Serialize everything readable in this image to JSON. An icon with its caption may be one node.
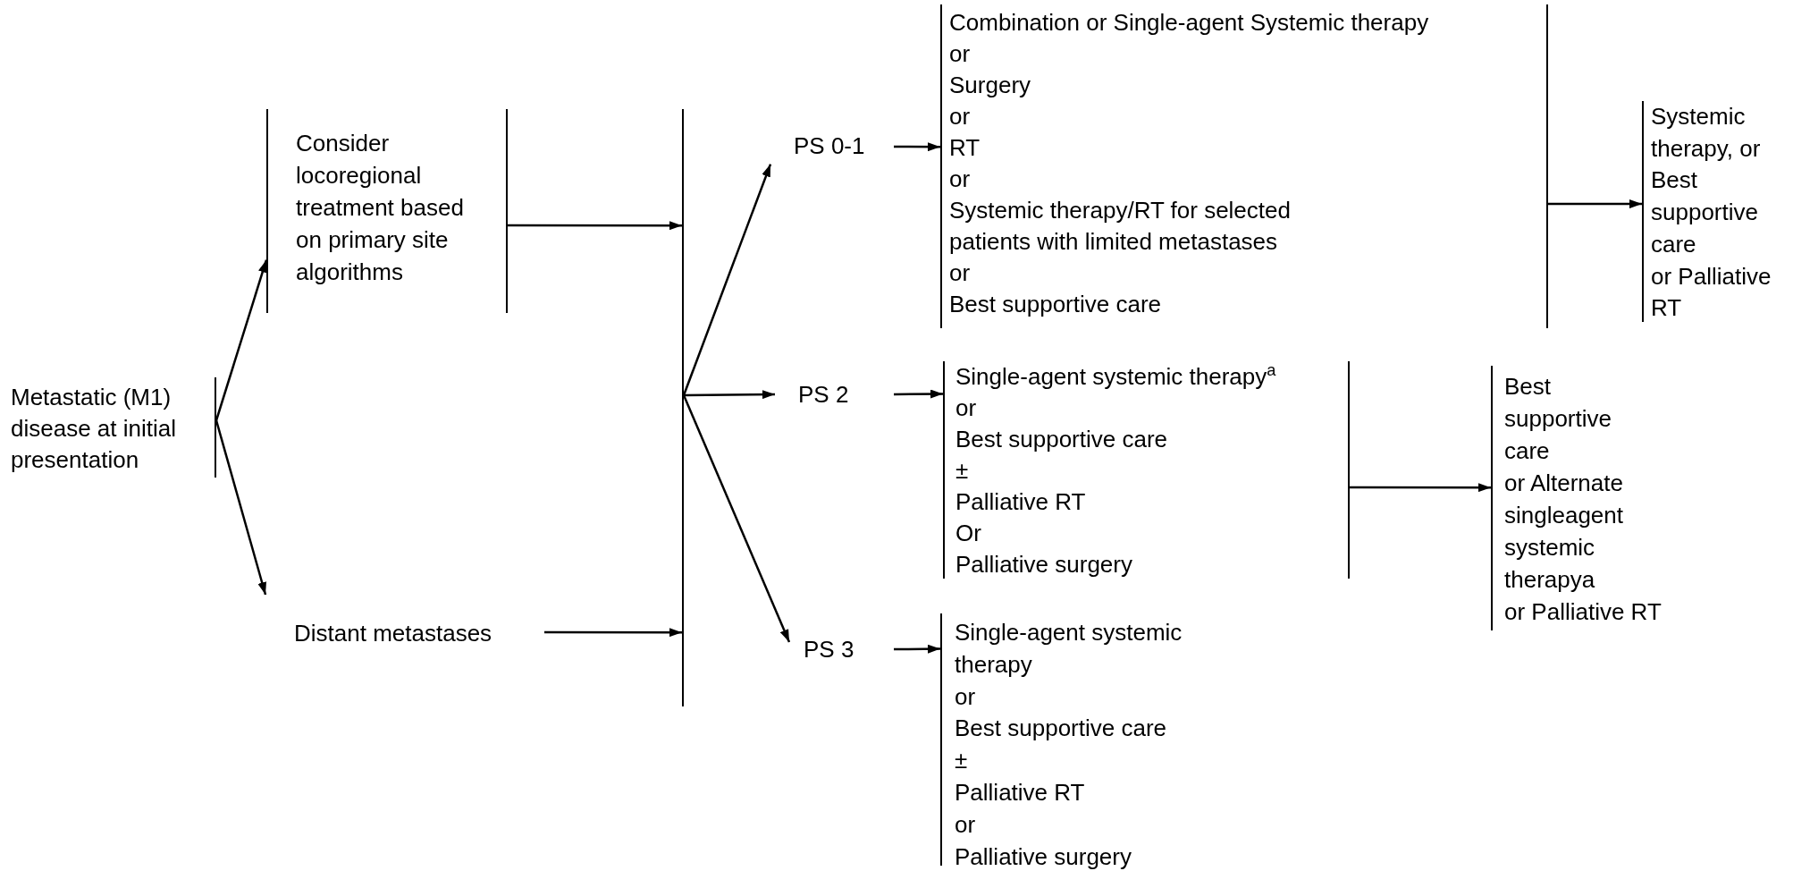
{
  "diagram": {
    "nodes": [
      {
        "text": [
          "Metastatic (M1) disease at initial presentation"
        ]
      },
      {
        "text": [
          "Consider locoregional treatment based on primary site algorithms"
        ]
      },
      {
        "text": [
          "Distant metastases"
        ]
      },
      {
        "text": [],
        "shape": "bar"
      },
      {
        "text": [
          "PS 0-1"
        ]
      },
      {
        "text": [
          "PS 2"
        ]
      },
      {
        "text": [
          "PS 3"
        ]
      },
      {
        "text": [
          "Combination or Single-agent Systemic therapy",
          "or",
          "Surgery",
          "or",
          "RT",
          "or",
          "Systemic therapy/RT for selected patients with limited metastases",
          "or",
          "Best supportive care"
        ]
      },
      {
        "text": [
          "Systemic therapy, or",
          "Best supportive care",
          "or Palliative RT"
        ]
      },
      {
        "text": [
          "Single-agent systemic therapy$^{a}$",
          "or",
          "Best supportive care",
          "±",
          "Palliative RT",
          "Or",
          "Palliative surgery"
        ]
      },
      {
        "text": [
          "Best supportive care",
          "or Alternate singleagent systemic therapya",
          "or Palliative RT"
        ]
      },
      {
        "text": [
          "Single-agent systemic therapy",
          "or",
          "Best supportive care",
          "±",
          "Palliative RT",
          "or",
          "Palliative surgery"
        ]
      }
    ],
    "edges": [
      {
        "from": 0,
        "to": 1,
        "arrow": "to"
      },
      {
        "from": 0,
        "to": 2,
        "arrow": "to"
      },
      {
        "from": 1,
        "to": 3,
        "arrow": "to"
      },
      {
        "from": 2,
        "to": 3,
        "arrow": "to"
      },
      {
        "from": 3,
        "to": 4,
        "arrow": "to"
      },
      {
        "from": 3,
        "to": 5,
        "arrow": "to"
      },
      {
        "from": 3,
        "to": 6,
        "arrow": "to"
      },
      {
        "from": 4,
        "to": 7,
        "arrow": "to"
      },
      {
        "from": 5,
        "to": 9,
        "arrow": "to"
      },
      {
        "from": 6,
        "to": 11,
        "arrow": "to"
      },
      {
        "from": 7,
        "to": 8,
        "arrow": "to"
      },
      {
        "from": 9,
        "to": 10,
        "arrow": "to"
      }
    ]
  }
}
